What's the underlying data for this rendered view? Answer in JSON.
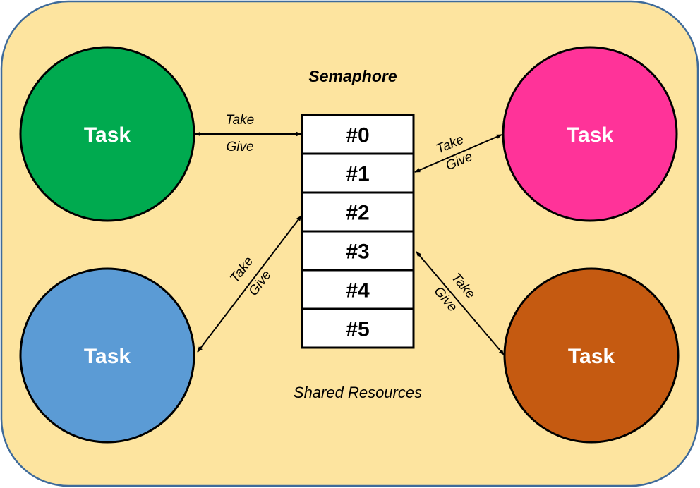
{
  "diagram": {
    "title": "Semaphore",
    "subtitle": "Shared Resources",
    "background_color": "#FDE49F",
    "border_color": "#3E6A9A",
    "tasks": [
      {
        "id": "top-left",
        "label": "Task",
        "color": "#00AA4F"
      },
      {
        "id": "top-right",
        "label": "Task",
        "color": "#FF3399"
      },
      {
        "id": "bottom-left",
        "label": "Task",
        "color": "#5B9BD5"
      },
      {
        "id": "bottom-right",
        "label": "Task",
        "color": "#C55A11"
      }
    ],
    "slots": [
      "#0",
      "#1",
      "#2",
      "#3",
      "#4",
      "#5"
    ],
    "connections": [
      {
        "task": "top-left",
        "slot": "#0",
        "take_label": "Take",
        "give_label": "Give"
      },
      {
        "task": "top-right",
        "slot": "#1",
        "take_label": "Take",
        "give_label": "Give"
      },
      {
        "task": "bottom-left",
        "slot": "#2",
        "take_label": "Take",
        "give_label": "Give"
      },
      {
        "task": "bottom-right",
        "slot": "#3",
        "take_label": "Take",
        "give_label": "Give"
      }
    ]
  }
}
